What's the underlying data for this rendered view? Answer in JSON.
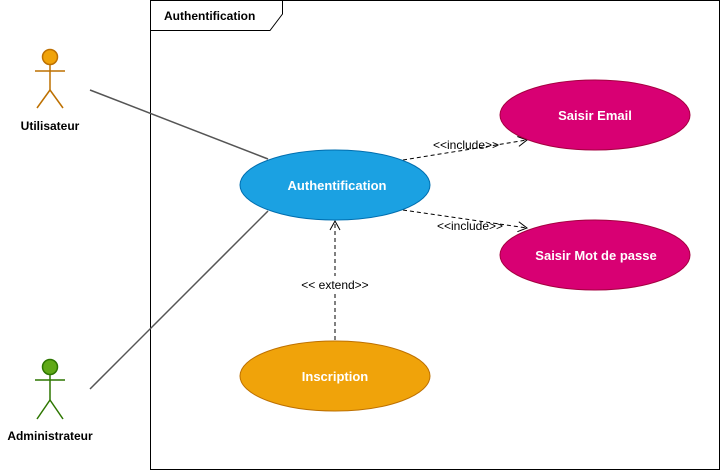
{
  "frame": {
    "title": "Authentification"
  },
  "actors": {
    "user": {
      "label": "Utilisateur",
      "color": "#F0A30A",
      "stroke": "#BD7000"
    },
    "admin": {
      "label": "Administrateur",
      "color": "#60A917",
      "stroke": "#2D7600"
    }
  },
  "use_cases": {
    "auth": {
      "label": "Authentification",
      "fill": "#1BA1E2",
      "stroke": "#006EAF"
    },
    "email": {
      "label": "Saisir Email",
      "fill": "#D80073",
      "stroke": "#A50040"
    },
    "password": {
      "label": "Saisir Mot de passe",
      "fill": "#D80073",
      "stroke": "#A50040"
    },
    "signup": {
      "label": "Inscription",
      "fill": "#F0A30A",
      "stroke": "#BD7000"
    }
  },
  "relations": {
    "include_email": "<<include>>",
    "include_password": "<<include>>",
    "extend_signup": "<< extend>>"
  }
}
